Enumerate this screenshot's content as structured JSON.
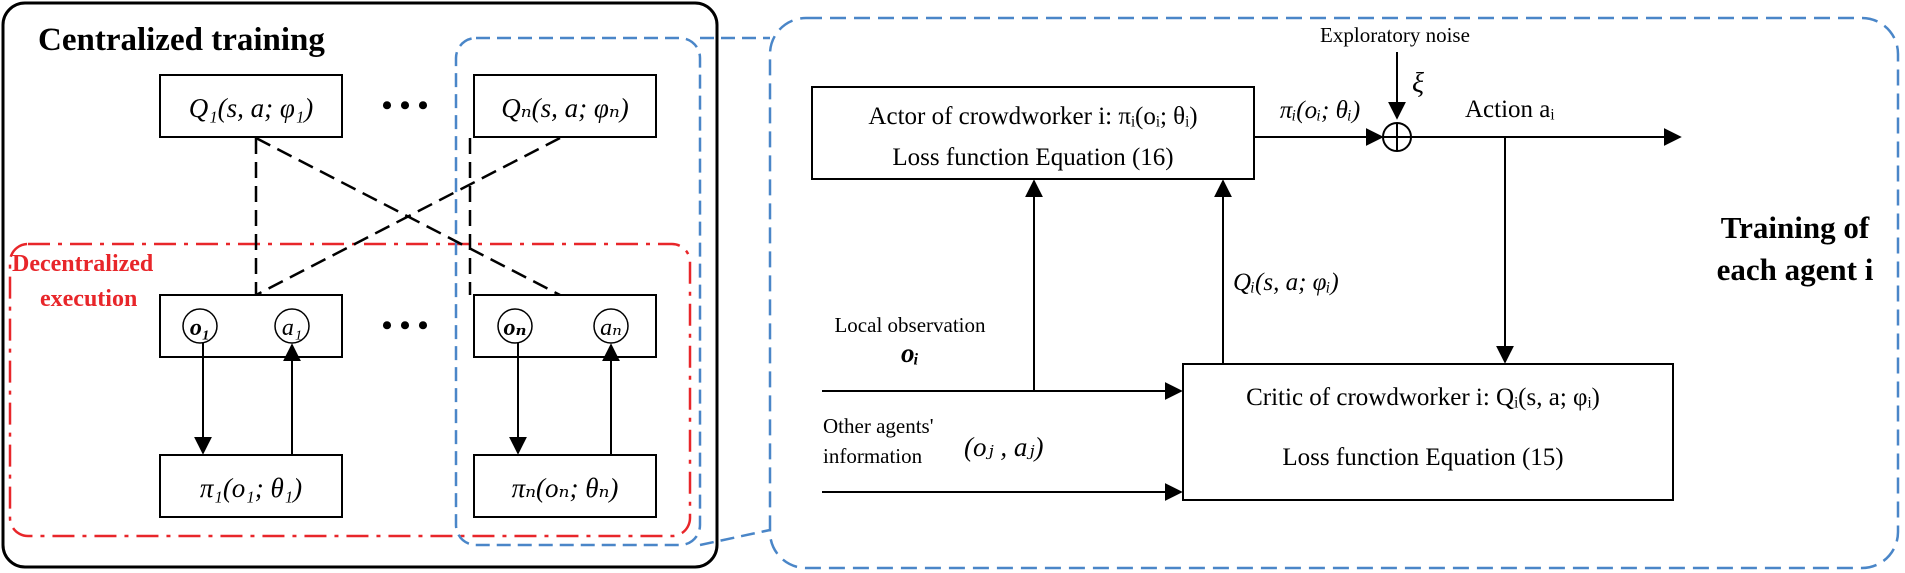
{
  "left_panel": {
    "title": "Centralized training",
    "decentralized_label_line1": "Decentralized",
    "decentralized_label_line2": "execution",
    "critic_1": "Q₁(s, a; φ₁)",
    "critic_n": "Qₙ(s, a; φₙ)",
    "obs_1": "o₁",
    "act_1": "a₁",
    "obs_n": "oₙ",
    "act_n": "aₙ",
    "policy_1": "π₁(o₁; θ₁)",
    "policy_n": "πₙ(oₙ; θₙ)",
    "ellipsis": "•  •  •"
  },
  "right_panel": {
    "title_line1": "Training of",
    "title_line2": "each agent i",
    "exploratory_noise": "Exploratory noise",
    "noise_symbol": "ξ",
    "actor_line1": "Actor of crowdworker i: πᵢ(oᵢ; θᵢ)",
    "actor_line2": "Loss function Equation (16)",
    "policy_output": "πᵢ(oᵢ; θᵢ)",
    "action_label": "Action aᵢ",
    "q_feedback": "Qᵢ(s, a; φᵢ)",
    "local_obs_line1": "Local observation",
    "local_obs_line2": "oᵢ",
    "other_agents_line1": "Other agents'",
    "other_agents_line2": "information",
    "other_agents_symbol": "(oⱼ , aⱼ)",
    "critic_line1": "Critic of crowdworker i:  Qᵢ(s, a; φᵢ)",
    "critic_line2": "Loss function Equation (15)"
  },
  "colors": {
    "line": "#000000",
    "decentralized_border": "#e8262a",
    "zoom_border": "#4a86c8"
  }
}
